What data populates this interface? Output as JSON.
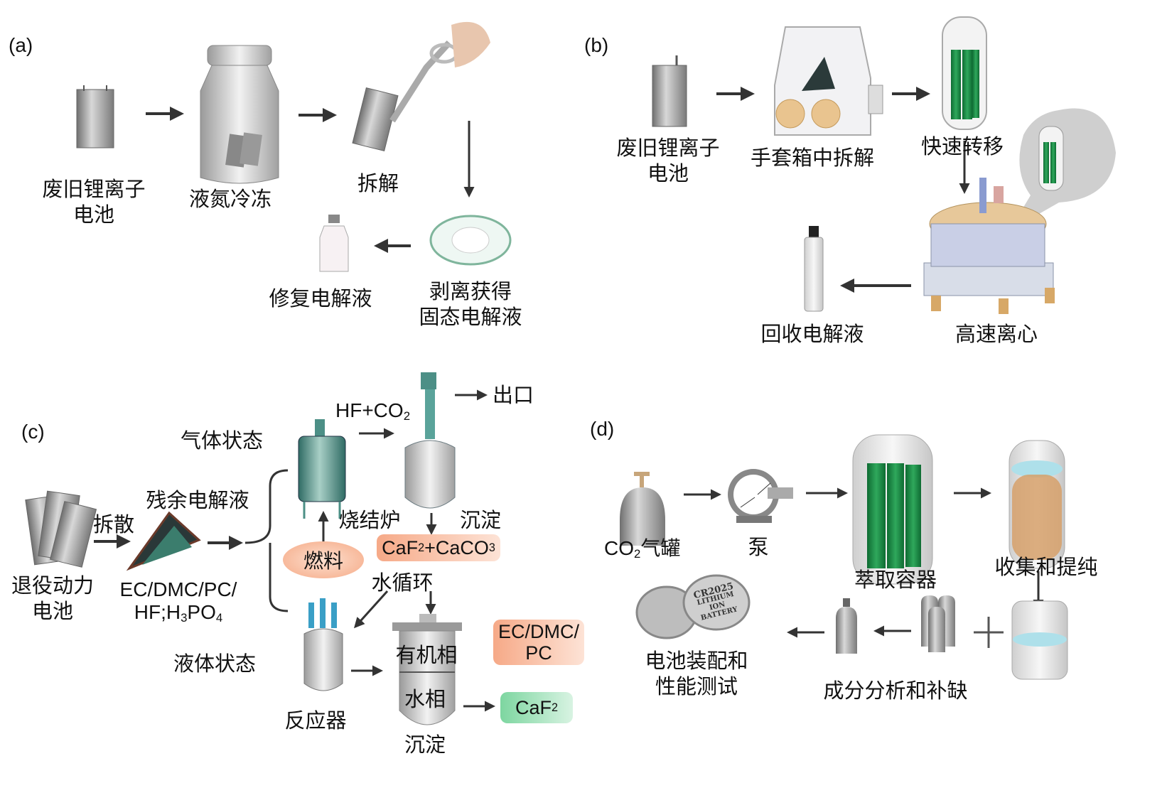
{
  "panels": {
    "a": {
      "label": "(a)",
      "steps": {
        "battery": [
          "废旧锂离子",
          "电池"
        ],
        "freeze": "液氮冷冻",
        "disassemble": "拆解",
        "peel": [
          "剥离获得",
          "固态电解液"
        ],
        "repair": "修复电解液"
      }
    },
    "b": {
      "label": "(b)",
      "steps": {
        "battery": [
          "废旧锂离子",
          "电池"
        ],
        "glovebox": "手套箱中拆解",
        "transfer": "快速转移",
        "centrifuge": "高速离心",
        "recover": "回收电解液"
      }
    },
    "c": {
      "label": "(c)",
      "battery": [
        "退役动力",
        "电池"
      ],
      "dismantle": "拆散",
      "residual": "残余电解液",
      "components": [
        "EC/DMC/PC/",
        "HF;H3PO4"
      ],
      "gas_state": "气体状态",
      "liquid_state": "液体状态",
      "gas_product": "HF+CO2",
      "outlet": "出口",
      "furnace": "烧结炉",
      "fuel": "燃料",
      "precipitate": "沉淀",
      "precipitate_product": "CaF2+CaCO3",
      "water_cycle": "水循环",
      "reactor": "反应器",
      "organic_phase": "有机相",
      "aqueous_phase": "水相",
      "precipitate_bottom": "沉淀",
      "organic_product": [
        "EC/DMC/",
        "PC"
      ],
      "aqueous_product": "CaF2"
    },
    "d": {
      "label": "(d)",
      "co2_tank": "CO2气罐",
      "pump": "泵",
      "extractor": "萃取容器",
      "collect": "收集和提纯",
      "analysis": "成分分析和补缺",
      "assembly": [
        "电池装配和",
        "性能测试"
      ],
      "coin_cell_text": [
        "CR2025",
        "LITHIUM ION",
        "BATTERY"
      ],
      "plus": "+"
    }
  },
  "colors": {
    "arrow": "#333333",
    "battery_grey": "#8e8e8e",
    "green_cell": "#1f8a4a",
    "orange_box": "#f6a987",
    "green_box": "#7dd6a0",
    "reactor_teal": "#4c8f86",
    "blue_accent": "#3a9fc6"
  }
}
